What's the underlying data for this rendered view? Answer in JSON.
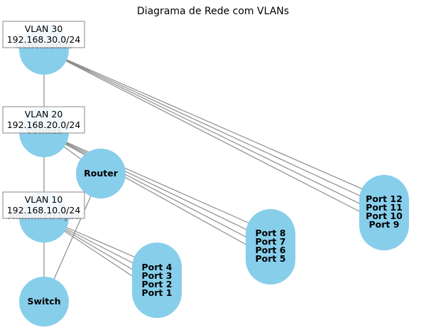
{
  "title": "Diagrama de Rede com VLANs",
  "colors": {
    "node_fill": "#87ceeb",
    "edge": "#8c8c8c",
    "vlan_name_text": "#555555"
  },
  "vlans": [
    {
      "id": "vlan30",
      "vlan": "VLAN 30",
      "subnet": "192.168.30.0/24",
      "name": "Convidados"
    },
    {
      "id": "vlan20",
      "vlan": "VLAN 20",
      "subnet": "192.168.20.0/24",
      "name": "Vendas"
    },
    {
      "id": "vlan10",
      "vlan": "VLAN 10",
      "subnet": "192.168.10.0/24",
      "name": "Administração"
    }
  ],
  "devices": [
    {
      "id": "router",
      "label": "Router"
    },
    {
      "id": "switch",
      "label": "Switch"
    }
  ],
  "port_groups": [
    {
      "id": "ports-1-4",
      "ports": [
        "Port 4",
        "Port 3",
        "Port 2",
        "Port 1"
      ]
    },
    {
      "id": "ports-5-8",
      "ports": [
        "Port 8",
        "Port 7",
        "Port 6",
        "Port 5"
      ]
    },
    {
      "id": "ports-9-12",
      "ports": [
        "Port 12",
        "Port 11",
        "Port 10",
        "Port 9"
      ]
    }
  ]
}
